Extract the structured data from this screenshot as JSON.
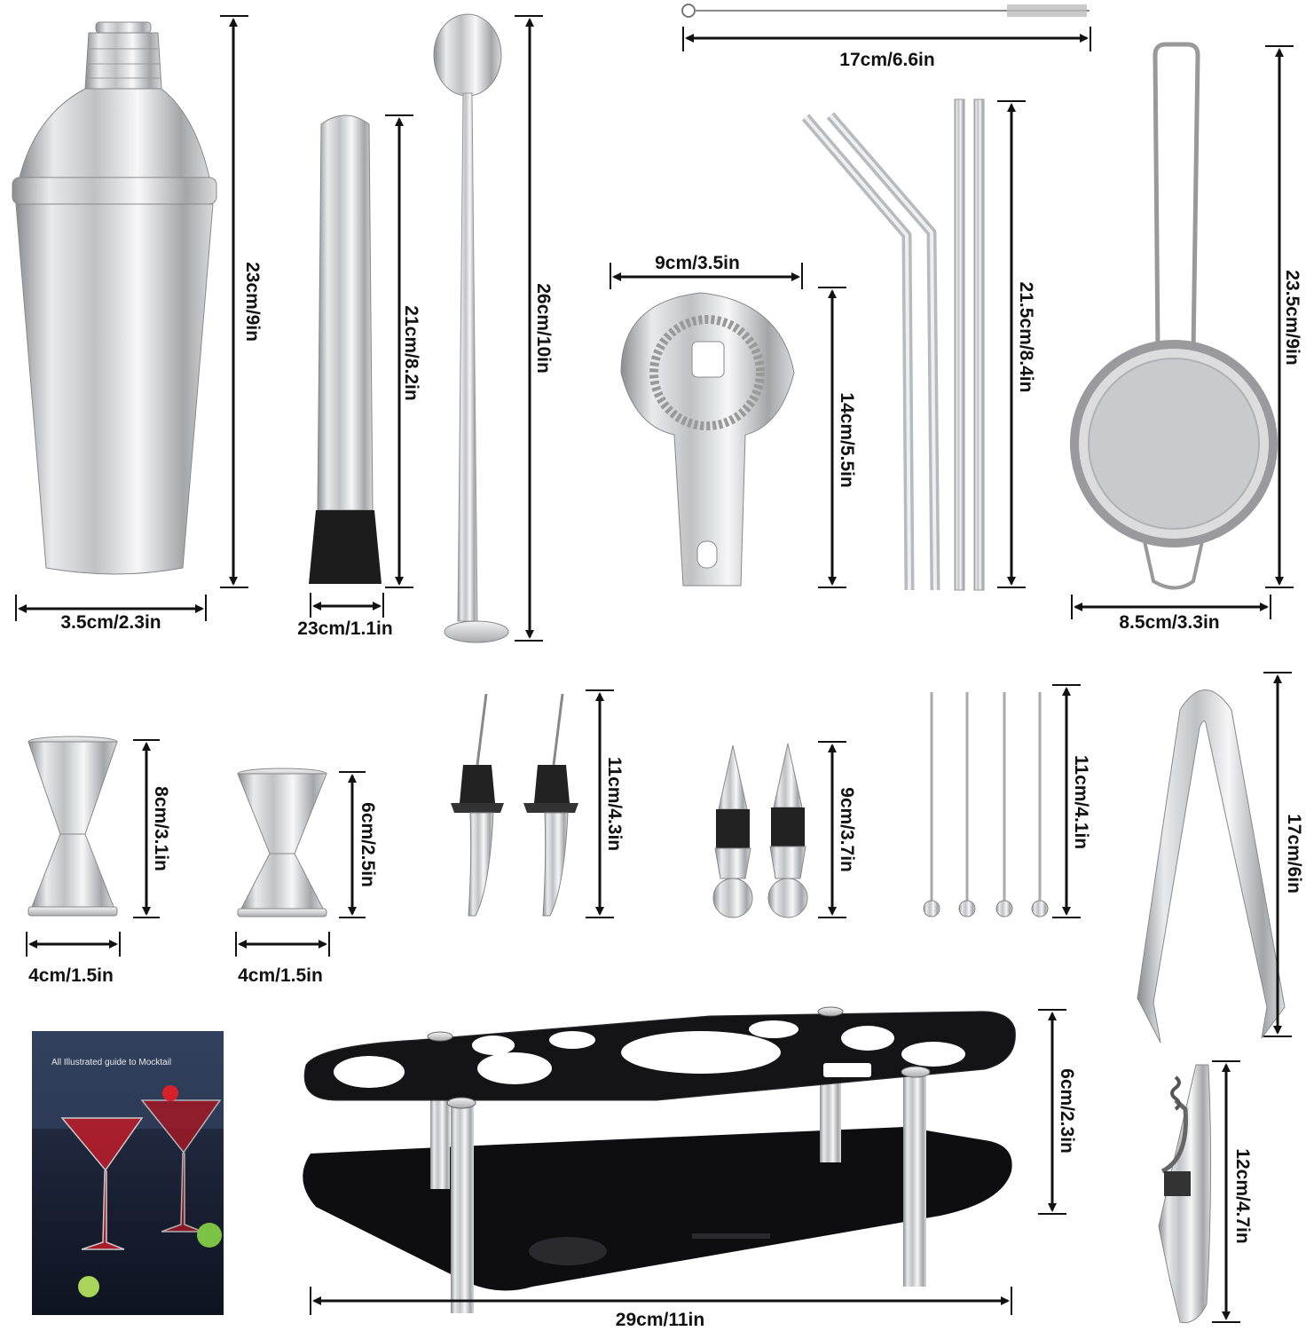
{
  "book": {
    "title": "All Illustrated guide to Mocktail"
  },
  "dimensions": {
    "shaker_height": "23cm/9in",
    "shaker_width": "3.5cm/2.3in",
    "muddler_height": "21cm/8.2in",
    "muddler_width": "23cm/1.1in",
    "spoon_height": "26cm/10in",
    "brush_length": "17cm/6.6in",
    "hawthorne_width": "9cm/3.5in",
    "hawthorne_height": "14cm/5.5in",
    "straws_height": "21.5cm/8.4in",
    "sieve_height": "23.5cm/9in",
    "sieve_width": "8.5cm/3.3in",
    "jigger_large_height": "8cm/3.1in",
    "jigger_large_width": "4cm/1.5in",
    "jigger_small_height": "6cm/2.5in",
    "jigger_small_width": "4cm/1.5in",
    "pourers_height": "11cm/4.3in",
    "stoppers_height": "9cm/3.7in",
    "picks_height": "11cm/4.1in",
    "tongs_height": "17cm/6in",
    "stand_height": "6cm/2.3in",
    "stand_width": "29cm/11in",
    "corkscrew_height": "12cm/4.7in"
  }
}
